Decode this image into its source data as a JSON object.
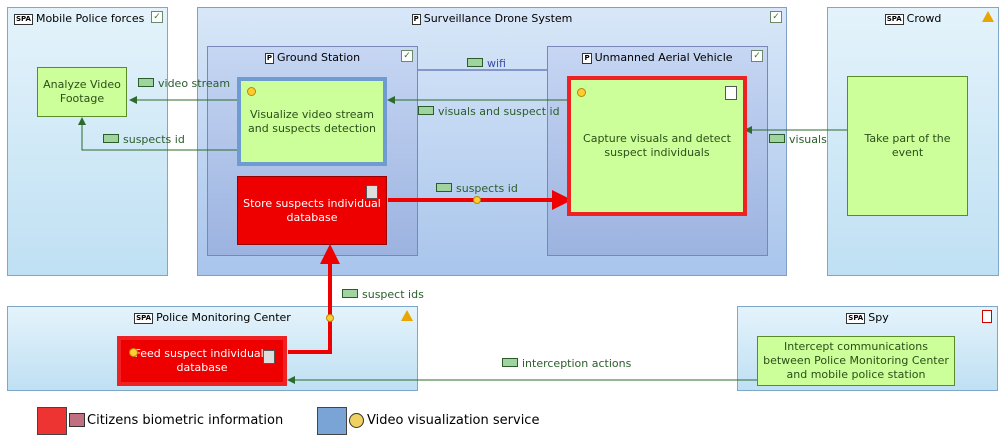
{
  "actors": {
    "mobile_police": {
      "label": "Mobile Police forces",
      "tag": "SPA"
    },
    "crowd": {
      "label": "Crowd",
      "tag": "SPA"
    },
    "police_center": {
      "label": "Police Monitoring Center",
      "tag": "SPA"
    },
    "spy": {
      "label": "Spy",
      "tag": "SPA"
    }
  },
  "systems": {
    "surveillance": {
      "label": "Surveillance Drone System",
      "tag": "P"
    },
    "ground_station": {
      "label": "Ground Station",
      "tag": "P"
    },
    "uav": {
      "label": "Unmanned Aerial Vehicle",
      "tag": "P"
    }
  },
  "functions": {
    "analyze": "Analyze Video Footage",
    "visualize": "Visualize video stream and suspects detection",
    "store": "Store suspects individual database",
    "capture": "Capture visuals and detect suspect individuals",
    "take_part": "Take part of the event",
    "feed": "Feed suspect individuals database",
    "intercept": "Intercept communications between Police Monitoring Center and mobile police station"
  },
  "exchanges": {
    "video_stream": "video stream",
    "suspects_id_left": "suspects id",
    "wifi": "wifi",
    "visuals_and_suspect_id": "visuals and suspect id",
    "suspects_id_mid": "suspects id",
    "visuals": "visuals",
    "suspect_ids": "suspect ids",
    "interception_actions": "interception actions"
  },
  "legend": [
    {
      "label": "Citizens biometric information",
      "color": "#ee3333"
    },
    {
      "label": "Video visualization service",
      "color": "#7aa3d6"
    }
  ],
  "colors": {
    "function": "#ccff99",
    "critical": "#ee0000",
    "highlight_blue": "#6d9bd2",
    "link": "#2b6b2b"
  }
}
